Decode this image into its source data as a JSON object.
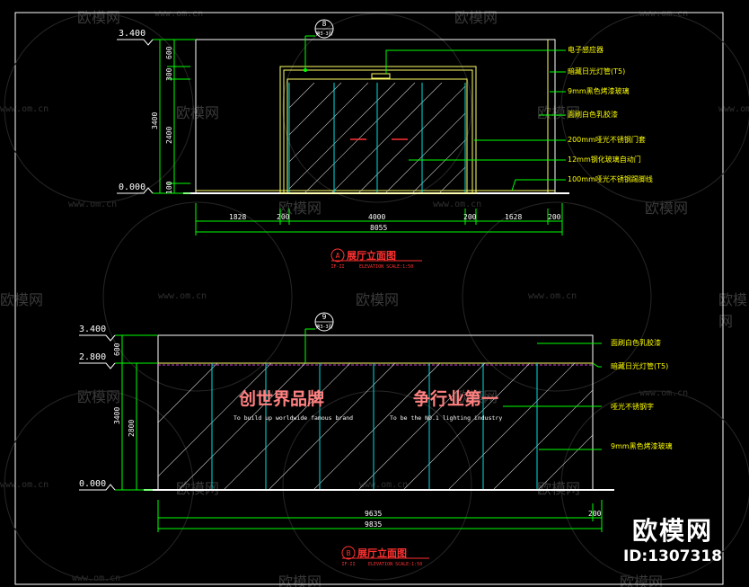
{
  "watermark": {
    "brand_text": "欧模网",
    "url": "www.om.cn"
  },
  "logo": {
    "cn": "欧模网",
    "id": "ID:1307318"
  },
  "colors": {
    "frame": "#ffffff",
    "wall": "#ffff66",
    "glass": "#00e0e0",
    "hatch": "#ffffff",
    "dim": "#00ff00",
    "leader": "#00ff00",
    "text_yellow": "#ffff00",
    "title_red": "#ff3030",
    "slogan": "#ff8080"
  },
  "elevation_a": {
    "levels": [
      "3.400",
      "0.000"
    ],
    "vertical_dims": [
      "600",
      "300",
      "3400",
      "2400",
      "100"
    ],
    "horizontal_dims": [
      "1828",
      "200",
      "4000",
      "200",
      "1628",
      "200"
    ],
    "total_width": "8055",
    "callout_number": "8",
    "callout_ref": "第3-3页",
    "annotations": [
      "电子感应器",
      "暗藏日光灯管(T5)",
      "9mm黑色烤漆玻璃",
      "面刷白色乳胶漆",
      "200mm哑光不锈钢门套",
      "12mm钢化玻璃自动门",
      "100mm哑光不锈钢踢脚线"
    ],
    "title": "展厅立面图",
    "tag_letter": "A",
    "tag_sheet": "IF-II",
    "subtitle": "ELEVATION SCALE:1:50"
  },
  "elevation_b": {
    "levels": [
      "3.400",
      "2.800",
      "0.000"
    ],
    "vertical_dims": [
      "600",
      "3400",
      "2800"
    ],
    "horizontal_dims": [
      "9635",
      "200"
    ],
    "total_width": "9835",
    "callout_number": "9",
    "callout_ref": "第3-3页",
    "annotations": [
      "面刷白色乳胶漆",
      "暗藏日光灯管(T5)",
      "哑光不锈钢字",
      "9mm黑色烤漆玻璃"
    ],
    "slogan_1_cn": "创世界品牌",
    "slogan_1_en": "To build up worldwide famous brand",
    "slogan_2_cn": "争行业第一",
    "slogan_2_en": "To be the NO.1 lighting industry",
    "title": "展厅立面图",
    "tag_letter": "B",
    "tag_sheet": "IF-II",
    "subtitle": "ELEVATION SCALE:1:50"
  }
}
